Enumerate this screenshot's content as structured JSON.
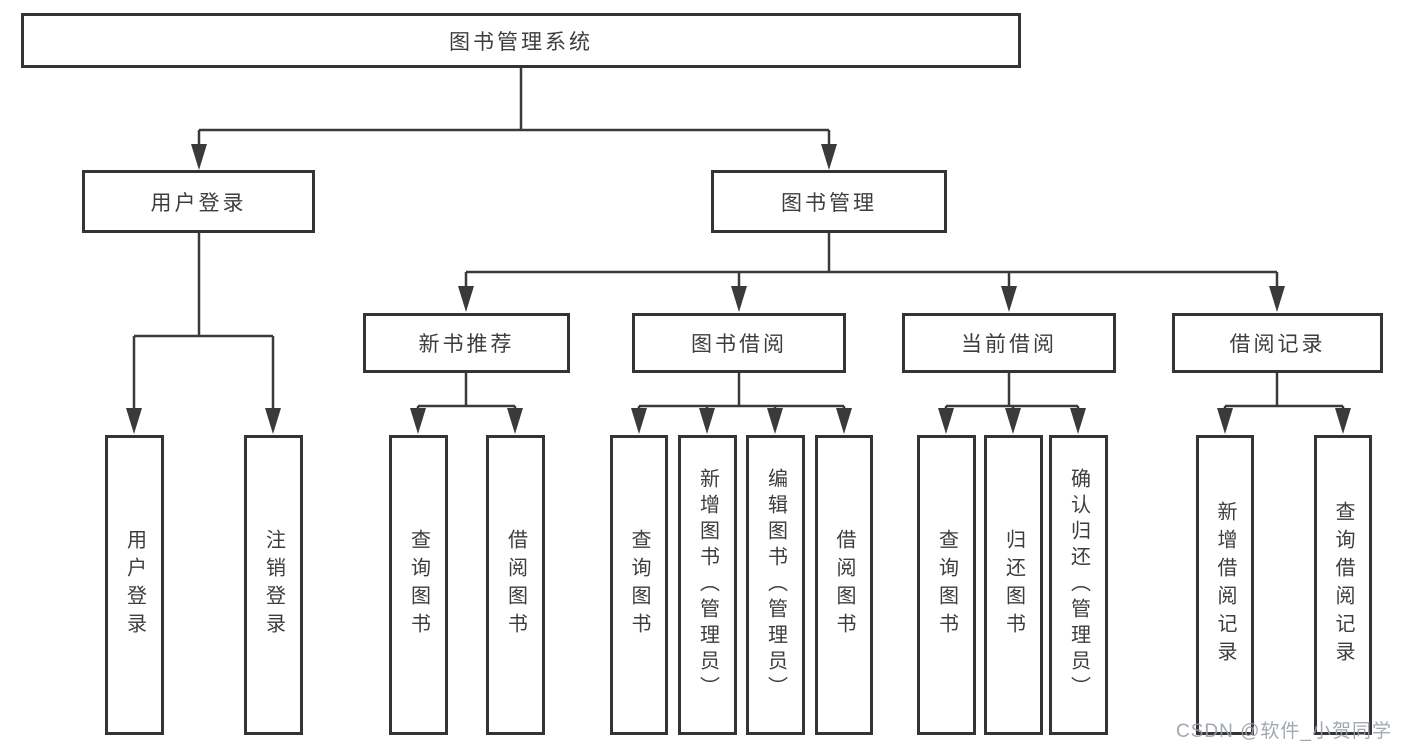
{
  "diagram": {
    "root": {
      "label": "图书管理系统"
    },
    "branches": {
      "user_login": {
        "label": "用户登录",
        "children": {
          "c1": {
            "label": "用户登录"
          },
          "c2": {
            "label": "注销登录"
          }
        }
      },
      "book_mgmt": {
        "label": "图书管理",
        "children": {
          "new_book": {
            "label": "新书推荐",
            "children": {
              "c1": {
                "label": "查询图书"
              },
              "c2": {
                "label": "借阅图书"
              }
            }
          },
          "borrow": {
            "label": "图书借阅",
            "children": {
              "c1": {
                "label": "查询图书"
              },
              "c2": {
                "label": "新增图书（管理员）"
              },
              "c3": {
                "label": "编辑图书（管理员）"
              },
              "c4": {
                "label": "借阅图书"
              }
            }
          },
          "current": {
            "label": "当前借阅",
            "children": {
              "c1": {
                "label": "查询图书"
              },
              "c2": {
                "label": "归还图书"
              },
              "c3": {
                "label": "确认归还（管理员）"
              }
            }
          },
          "records": {
            "label": "借阅记录",
            "children": {
              "c1": {
                "label": "新增借阅记录"
              },
              "c2": {
                "label": "查询借阅记录"
              }
            }
          }
        }
      }
    }
  },
  "watermark": {
    "text": "CSDN @软件_小贺同学"
  },
  "colors": {
    "box_border": "#343434",
    "connector_line": "#3a3a3a",
    "text": "#3d3d3d",
    "watermark": "#989da7",
    "background": "#ffffff"
  }
}
